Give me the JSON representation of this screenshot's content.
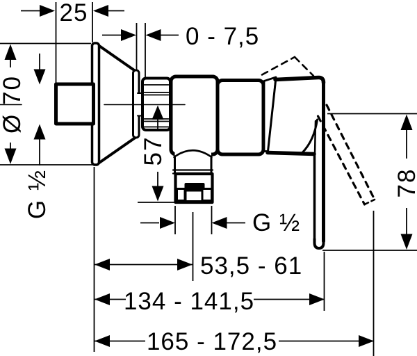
{
  "colors": {
    "background": "#ffffff",
    "line": "#000000"
  },
  "drawing": {
    "dimensions": {
      "pipe_offset": "25",
      "adjust_range": "0 - 7,5",
      "escutcheon_diameter": "Ø 70",
      "inlet_thread": "G ½",
      "outlet_height": "57",
      "outlet_thread": "G ½",
      "wall_to_outlet": "53,5 - 61",
      "lever_height": "78",
      "wall_to_lever_end": "134 - 141,5",
      "total_projection": "165 - 172,5"
    }
  }
}
